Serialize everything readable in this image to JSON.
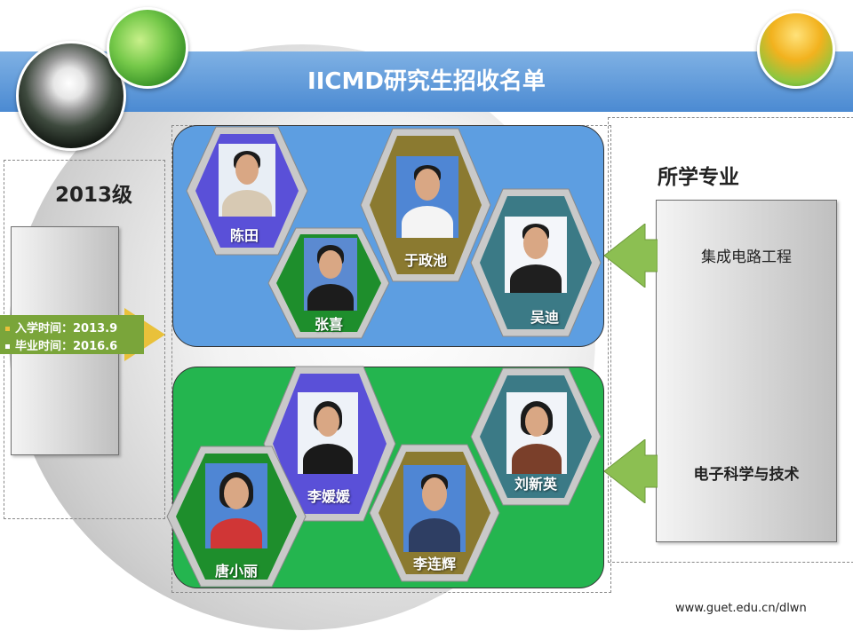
{
  "slide": {
    "title": "IICMD研究生招收名单",
    "year_label": "2013级",
    "enroll_time": "入学时间：2013.9",
    "graduate_time": "毕业时间：2016.6",
    "majors_title": "所学专业",
    "url": "www.guet.edu.cn/dlwn"
  },
  "majors": [
    {
      "label": "集成电路工程"
    },
    {
      "label": "电子科学与技术"
    }
  ],
  "groups": [
    {
      "major": "集成电路工程",
      "color": "#5d9ee1",
      "students": [
        {
          "name": "陈田",
          "frame_color": "#5a50d8"
        },
        {
          "name": "张喜",
          "frame_color": "#1e8e2c"
        },
        {
          "name": "于政池",
          "frame_color": "#8b7a30"
        },
        {
          "name": "吴迪",
          "frame_color": "#3b7a86"
        }
      ]
    },
    {
      "major": "电子科学与技术",
      "color": "#24b54f",
      "students": [
        {
          "name": "李媛媛",
          "frame_color": "#5a50d8"
        },
        {
          "name": "唐小丽",
          "frame_color": "#1e8e2c"
        },
        {
          "name": "李连辉",
          "frame_color": "#8b7a30"
        },
        {
          "name": "刘新英",
          "frame_color": "#3b7a86"
        }
      ]
    }
  ],
  "icons": [
    "dandelion-logo-icon",
    "leaf-logo-icon",
    "flower-logo-icon"
  ]
}
